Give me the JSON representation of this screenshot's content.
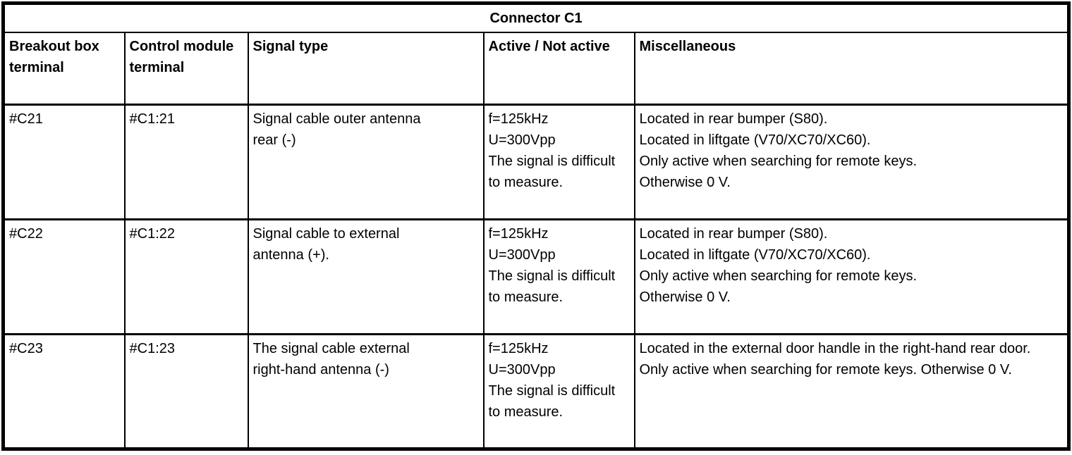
{
  "table": {
    "title": "Connector C1",
    "columns": [
      "Breakout box terminal",
      "Control module terminal",
      "Signal type",
      "Active / Not active",
      "Miscellaneous"
    ],
    "rows": [
      {
        "breakout_box_terminal": "#C21",
        "control_module_terminal": "#C1:21",
        "signal_type": "Signal cable outer antenna\nrear (-)",
        "active_not_active": "f=125kHz\nU=300Vpp\nThe signal is difficult to measure.",
        "miscellaneous": "Located in rear bumper (S80).\nLocated in liftgate (V70/XC70/XC60).\nOnly active when searching for remote keys.\nOtherwise 0 V."
      },
      {
        "breakout_box_terminal": "#C22",
        "control_module_terminal": "#C1:22",
        "signal_type": "Signal cable to external\nantenna (+).",
        "active_not_active": "f=125kHz\nU=300Vpp\nThe signal is difficult to measure.",
        "miscellaneous": "Located in rear bumper (S80).\nLocated in liftgate (V70/XC70/XC60).\nOnly active when searching for remote keys.\nOtherwise 0 V."
      },
      {
        "breakout_box_terminal": "#C23",
        "control_module_terminal": "#C1:23",
        "signal_type": "The signal cable external\nright-hand antenna (-)",
        "active_not_active": "f=125kHz\nU=300Vpp\nThe signal is difficult to measure.",
        "miscellaneous": "Located in the external door handle in the right-hand rear door. Only active when searching for remote keys. Otherwise 0 V."
      }
    ]
  }
}
